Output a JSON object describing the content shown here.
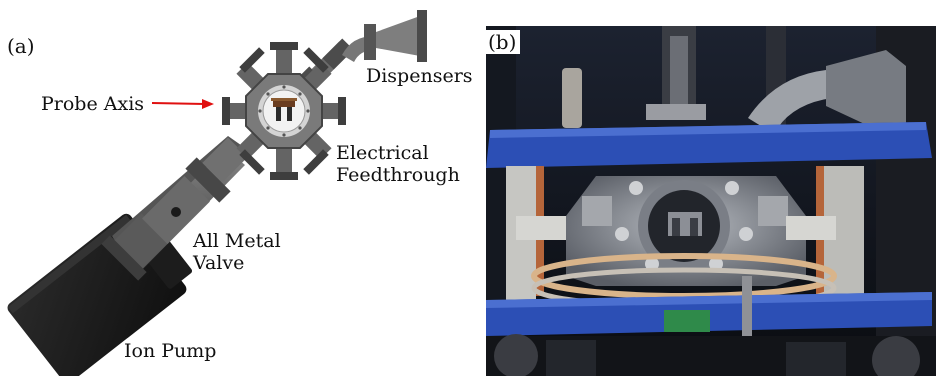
{
  "panel_a": {
    "letter": "(a)",
    "labels": {
      "probe_axis": "Probe Axis",
      "dispensers": "Dispensers",
      "electrical_1": "Electrical",
      "electrical_2": "Feedthrough",
      "valve_1": "All Metal",
      "valve_2": "Valve",
      "ion_pump": "Ion Pump"
    },
    "colors": {
      "arrow": "#e01010",
      "metal": "#6e6e6e",
      "metal_dark": "#3e3e3e",
      "pump": "#1a1a1a"
    }
  },
  "panel_b": {
    "letter": "(b)",
    "colors": {
      "plate_blue": "#2c4fb5",
      "chamber_steel": "#8c8f93",
      "background": "#101218",
      "copper": "#b5653a"
    }
  }
}
